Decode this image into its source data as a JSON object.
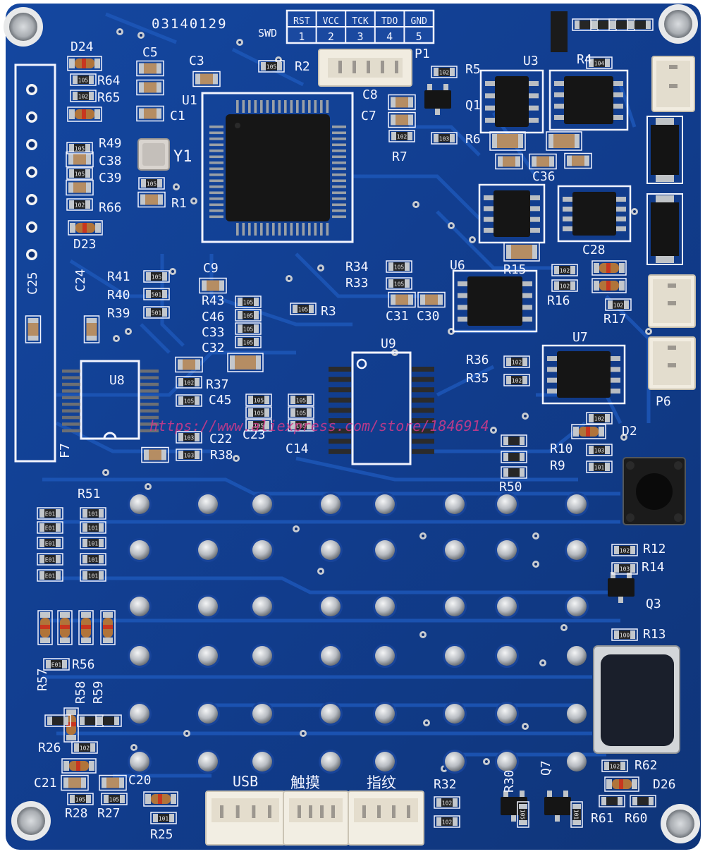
{
  "board": {
    "id_code": "03140129",
    "watermark": "https://www.aliexpress.com/store/1846914",
    "colors": {
      "pcb": "#123f92",
      "pcb_dark": "#0d2f73",
      "trace": "#1a52b0",
      "silkscreen": "#f2f4ff",
      "chip": "#151515",
      "solder": "#c8ccd2",
      "connector": "#f1ece0",
      "resistor": "#2a2a2a",
      "capacitor": "#b58d63",
      "diode_band": "#c8361f",
      "watermark": "#d43a8a"
    },
    "swd_header": {
      "label": "SWD",
      "pins": [
        "RST",
        "VCC",
        "TCK",
        "TDO",
        "GND"
      ],
      "numbers": [
        "1",
        "2",
        "3",
        "4",
        "5"
      ]
    },
    "bottom_connectors": [
      "USB",
      "触摸",
      "指纹"
    ],
    "ic_labels": [
      "U1",
      "U3",
      "U6",
      "U7",
      "U8",
      "U9",
      "Y1",
      "Q1",
      "Q3",
      "Q7",
      "P1",
      "P6",
      "F7",
      "D2",
      "D23",
      "D24",
      "D26"
    ],
    "designators": [
      "C5",
      "C3",
      "R2",
      "P1",
      "R5",
      "U3",
      "R4",
      "R64",
      "R65",
      "C1",
      "C8",
      "C7",
      "Q1",
      "R7",
      "R6",
      "R49",
      "C38",
      "C39",
      "R1",
      "R66",
      "C36",
      "C28",
      "R15",
      "R41",
      "R40",
      "R39",
      "C9",
      "R43",
      "C46",
      "C33",
      "C32",
      "R3",
      "R34",
      "R33",
      "C31",
      "C30",
      "R16",
      "R17",
      "C25",
      "C24",
      "R36",
      "R35",
      "R37",
      "C45",
      "C22",
      "R38",
      "C23",
      "C14",
      "R10",
      "R9",
      "R50",
      "R51",
      "R12",
      "R14",
      "R13",
      "R56",
      "R57",
      "R58",
      "R59",
      "R26",
      "C21",
      "C20",
      "R28",
      "R27",
      "R25",
      "R32",
      "R30",
      "R62",
      "R61",
      "R60"
    ],
    "resistor_codes": [
      "105",
      "102",
      "103",
      "104",
      "501",
      "101",
      "100",
      "E01"
    ]
  }
}
